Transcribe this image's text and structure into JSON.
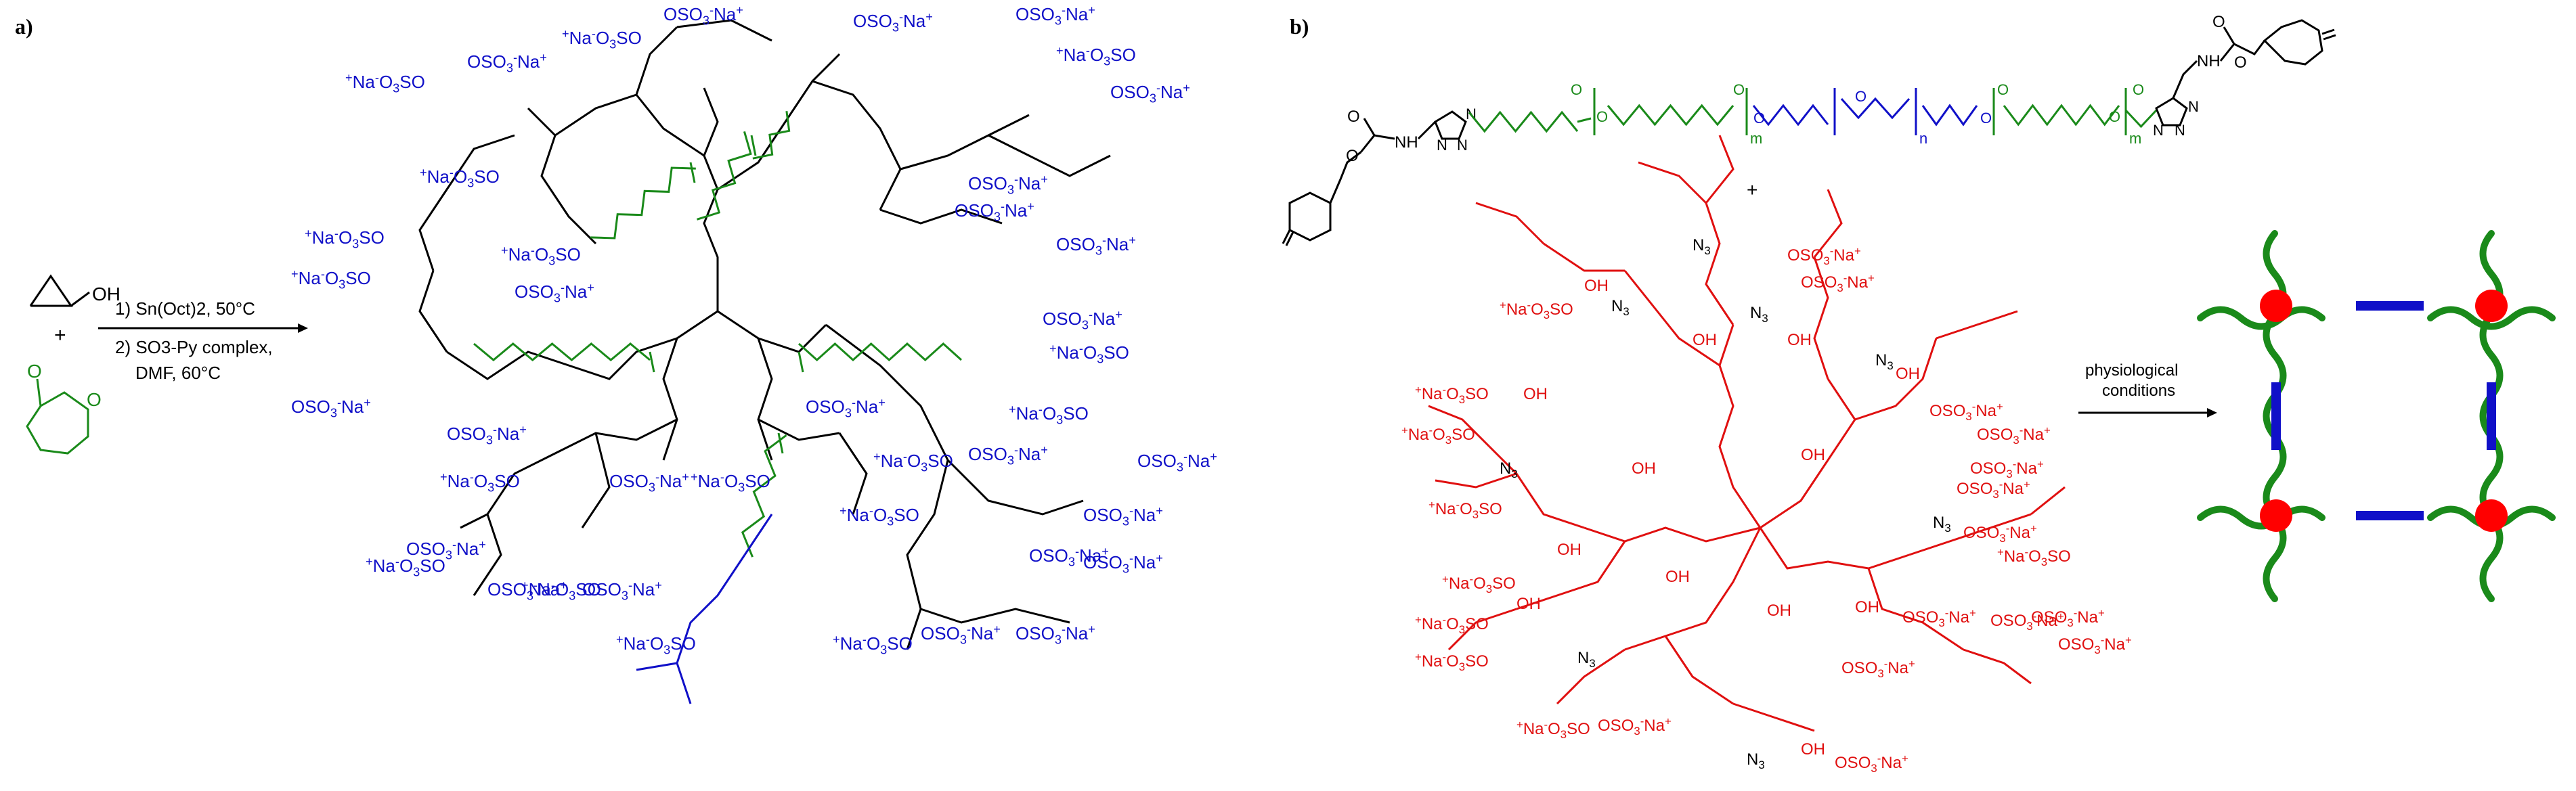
{
  "panel_a": {
    "label": "a)",
    "colors": {
      "dendron": "#1010c8",
      "linker": "#1a8a1a",
      "core": "#000000"
    },
    "monomers": {
      "glycidol_oh": "OH",
      "plus": "+",
      "caprolactone_o": "O"
    },
    "conditions": {
      "step1": "1) Sn(Oct)2, 50°C",
      "step2": "2) SO3-Py complex,",
      "step3": "DMF, 60°C"
    },
    "sulfate_labels": [
      "OSO3-Na+",
      "+Na-O3SO",
      "OSO3-Na+",
      "+Na-O3SO",
      "OSO3-Na+",
      "OSO3-Na+",
      "+Na-O3SO",
      "+Na-O3SO",
      "OSO3-Na+",
      "+Na-O3SO",
      "OSO3-Na+",
      "OSO3-Na+",
      "+Na-O3SO",
      "OSO3-Na+",
      "+Na-O3SO",
      "OSO3-Na+",
      "OSO3-Na+",
      "+Na-O3SO",
      "OSO3-Na+",
      "+Na-O3SO",
      "OSO3-Na+",
      "OSO3-Na+",
      "+Na-O3SO",
      "OSO3-Na+",
      "+Na-O3SO",
      "OSO3-Na+",
      "OSO3-Na+",
      "+Na-O3SO",
      "+Na-O3SO",
      "OSO3-Na+",
      "OSO3-Na+",
      "+Na-O3SO",
      "OSO3-Na+",
      "+Na-O3SO",
      "+Na-O3SO",
      "OSO3-Na+",
      "OSO3-Na+",
      "OSO3-Na+",
      "OSO3-Na+",
      "+Na-O3SO",
      "OSO3-Na+"
    ]
  },
  "panel_b": {
    "label": "b)",
    "colors": {
      "polymer": "#1a8a1a",
      "peg": "#1010c8",
      "dendron": "#e01010",
      "network_node": "#ff0000"
    },
    "linker": {
      "nh_left": "NH",
      "nh_right": "NH",
      "n_labels": [
        "N",
        "N",
        "N",
        "N",
        "N",
        "N"
      ],
      "repeat_n": "n",
      "repeat_m_left": "m",
      "repeat_m_right": "m",
      "carbonyl_o": "O",
      "ester_o": "O",
      "ether_o": "O"
    },
    "plus": "+",
    "azide": "N3",
    "hydroxyl": "OH",
    "dendron_sulfates": [
      "OSO3-Na+",
      "+Na-O3SO",
      "OSO3-Na+",
      "+Na-O3SO",
      "+Na-O3SO",
      "OSO3-Na+",
      "OSO3-Na+",
      "OSO3-Na+",
      "+Na-O3SO",
      "OSO3-Na+",
      "+Na-O3SO",
      "+Na-O3SO",
      "OSO3-Na+",
      "+Na-O3SO",
      "OSO3-Na+",
      "+Na-O3SO",
      "OSO3-Na+",
      "OSO3-Na+",
      "OSO3-Na+",
      "+Na-O3SO",
      "OSO3-Na+",
      "OSO3-Na+",
      "OSO3-Na+"
    ],
    "arrow_label_1": "physiological",
    "arrow_label_2": "conditions"
  }
}
